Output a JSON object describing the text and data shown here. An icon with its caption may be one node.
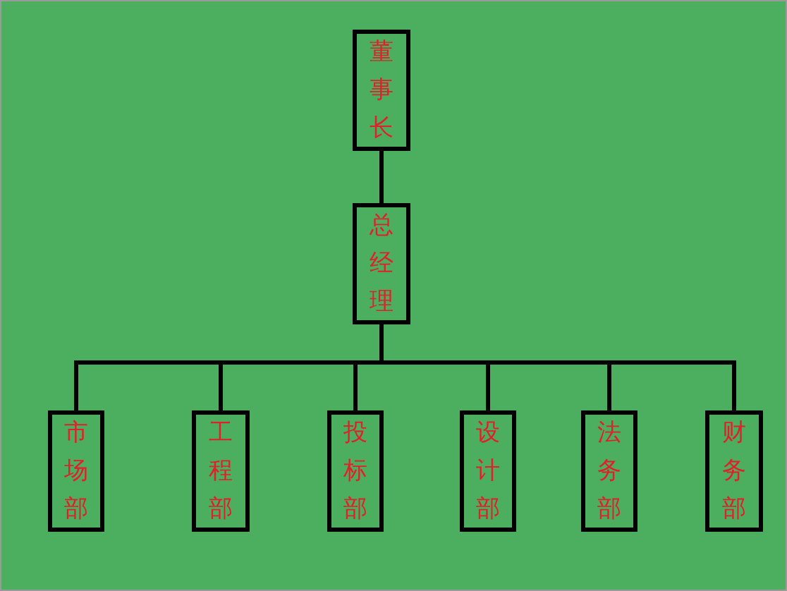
{
  "diagram": {
    "nodes": [
      {
        "text": [
          "董事长"
        ]
      },
      {
        "text": [
          "总经理"
        ]
      },
      {
        "text": [
          "市场部"
        ]
      },
      {
        "text": [
          "工程部"
        ]
      },
      {
        "text": [
          "投标部"
        ]
      },
      {
        "text": [
          "设计部"
        ]
      },
      {
        "text": [
          "法务部"
        ]
      },
      {
        "text": [
          "财务部"
        ]
      }
    ],
    "edges": [
      {
        "from": 0,
        "to": 1,
        "arrow": "none"
      },
      {
        "from": 1,
        "to": 2,
        "arrow": "none"
      },
      {
        "from": 1,
        "to": 3,
        "arrow": "none"
      },
      {
        "from": 1,
        "to": 4,
        "arrow": "none"
      },
      {
        "from": 1,
        "to": 5,
        "arrow": "none"
      },
      {
        "from": 1,
        "to": 6,
        "arrow": "none"
      },
      {
        "from": 1,
        "to": 7,
        "arrow": "none"
      }
    ]
  }
}
